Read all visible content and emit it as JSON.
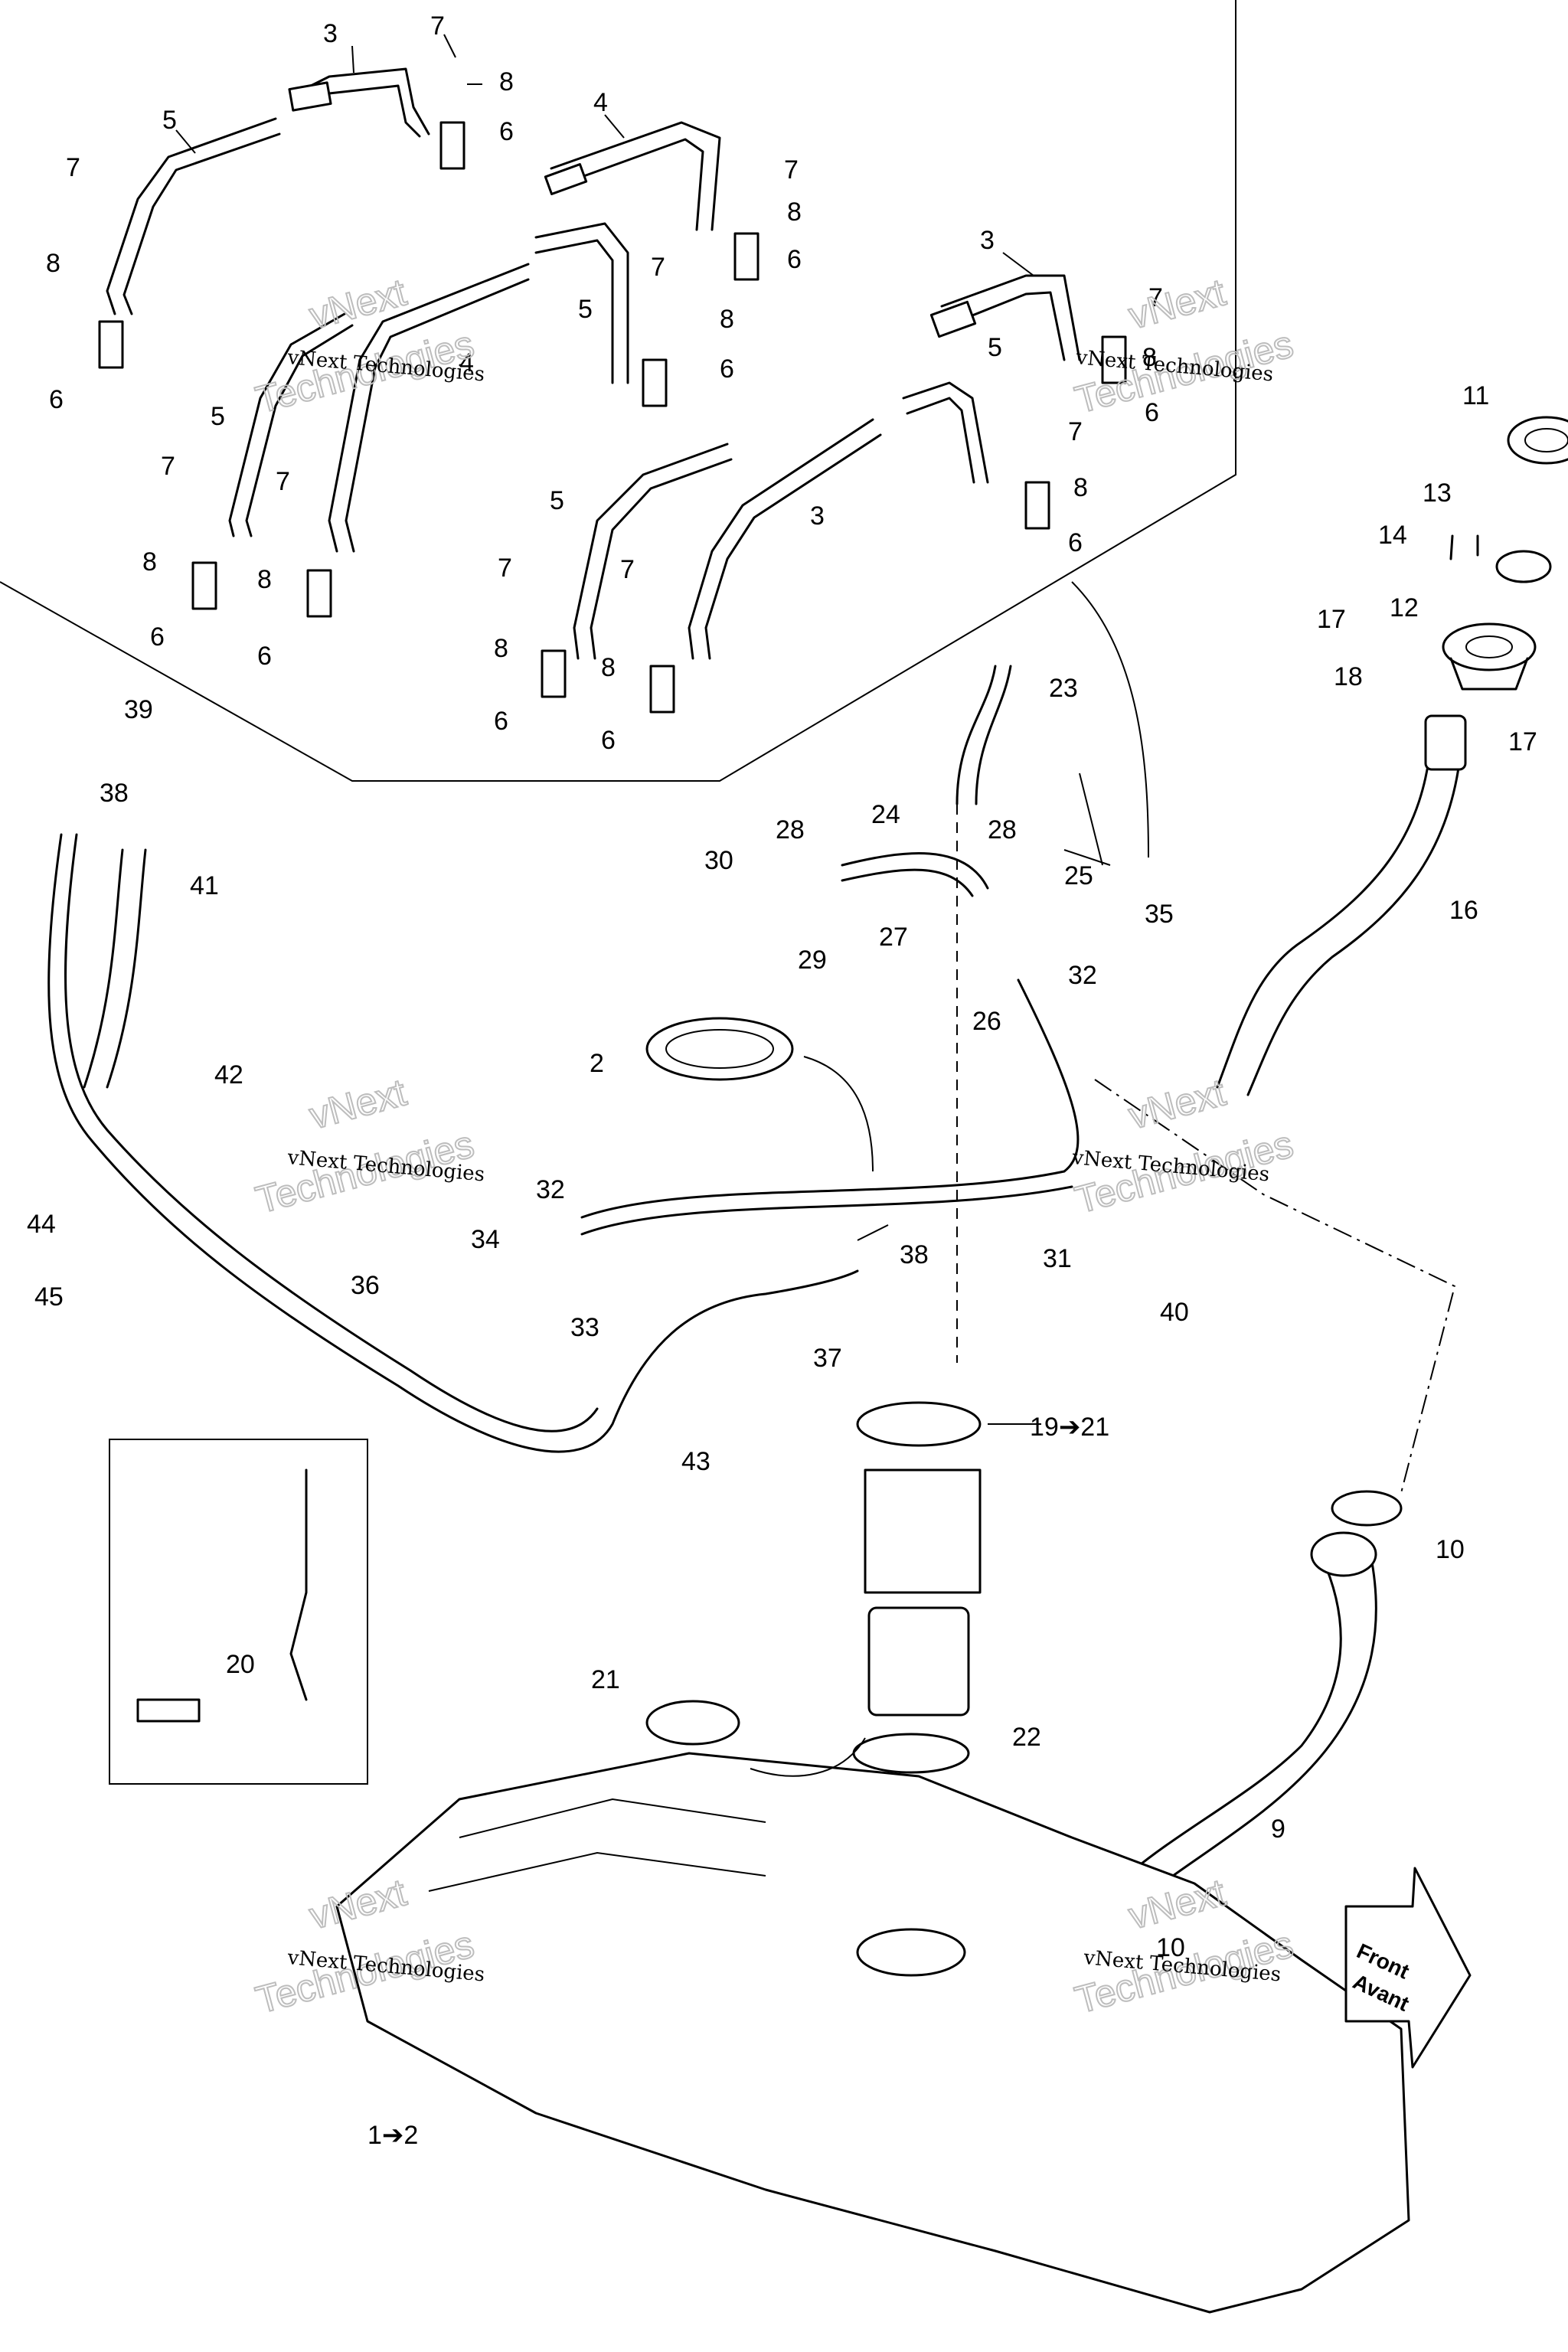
{
  "watermark": {
    "line1": "vNext Technologies",
    "line2": "vNext",
    "line3": "Technologies"
  },
  "front_arrow": {
    "line1": "Front",
    "line2": "Avant"
  },
  "callouts": {
    "c1_2": "1➔2",
    "c2": "2",
    "c3a": "3",
    "c3b": "3",
    "c3c": "3",
    "c4a": "4",
    "c4b": "4",
    "c5a": "5",
    "c5b": "5",
    "c5c": "5",
    "c5d": "5",
    "c5e": "5",
    "c6a": "6",
    "c6b": "6",
    "c6c": "6",
    "c6d": "6",
    "c6e": "6",
    "c6f": "6",
    "c6g": "6",
    "c6h": "6",
    "c6i": "6",
    "c6j": "6",
    "c7a": "7",
    "c7b": "7",
    "c7c": "7",
    "c7d": "7",
    "c7e": "7",
    "c7f": "7",
    "c7g": "7",
    "c7h": "7",
    "c7i": "7",
    "c7j": "7",
    "c8a": "8",
    "c8b": "8",
    "c8c": "8",
    "c8d": "8",
    "c8e": "8",
    "c8f": "8",
    "c8g": "8",
    "c8h": "8",
    "c8i": "8",
    "c8j": "8",
    "c9": "9",
    "c10a": "10",
    "c10b": "10",
    "c11": "11",
    "c12": "12",
    "c13": "13",
    "c14": "14",
    "c16": "16",
    "c17a": "17",
    "c17b": "17",
    "c18": "18",
    "c19_21": "19➔21",
    "c20": "20",
    "c21": "21",
    "c22": "22",
    "c23": "23",
    "c24": "24",
    "c25": "25",
    "c26": "26",
    "c27": "27",
    "c28a": "28",
    "c28b": "28",
    "c29": "29",
    "c30": "30",
    "c31": "31",
    "c32a": "32",
    "c32b": "32",
    "c33": "33",
    "c34": "34",
    "c35": "35",
    "c36": "36",
    "c37": "37",
    "c38a": "38",
    "c38b": "38",
    "c39": "39",
    "c40": "40",
    "c41": "41",
    "c42": "42",
    "c43": "43",
    "c44": "44",
    "c45": "45"
  }
}
